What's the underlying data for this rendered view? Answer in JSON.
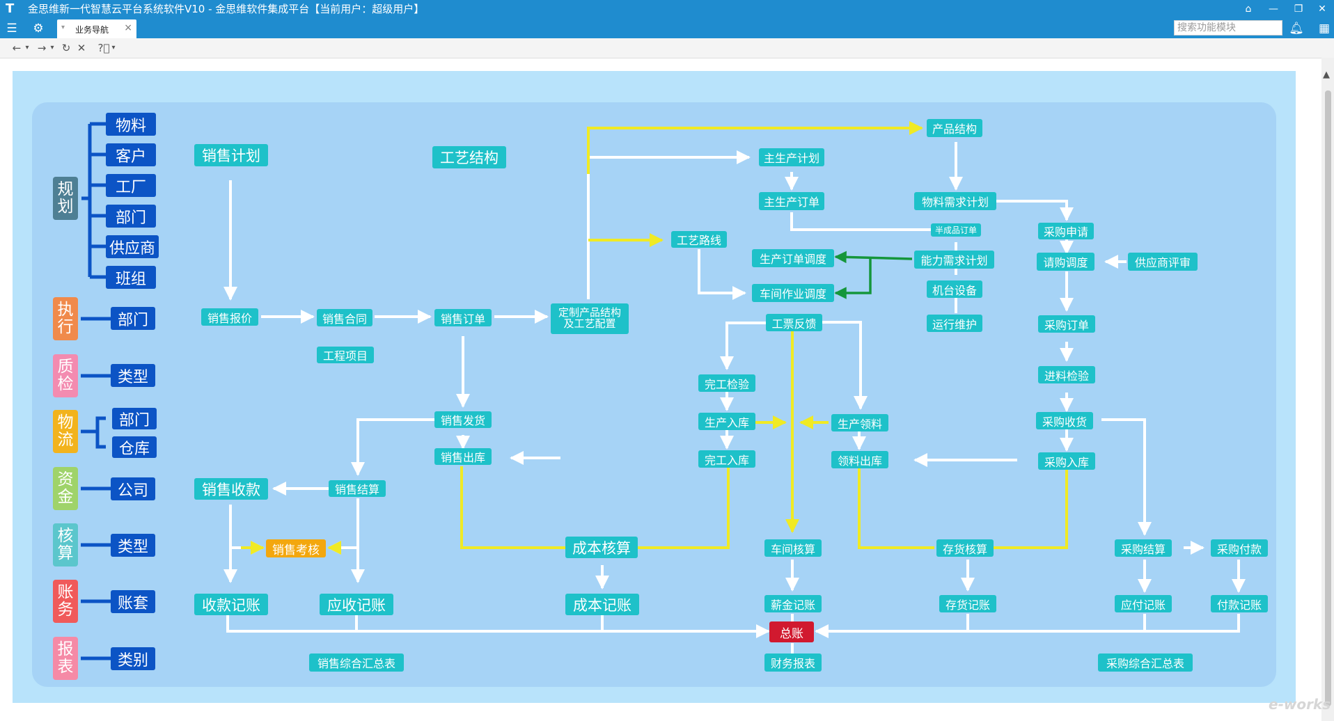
{
  "window": {
    "title": "金思维新一代智慧云平台系统软件V10 - 金思维软件集成平台【当前用户：超级用户】"
  },
  "tabs": [
    {
      "label": "业务导航"
    }
  ],
  "search": {
    "placeholder": "搜索功能模块"
  },
  "categories": [
    {
      "id": "plan",
      "label": "规划",
      "color": "#4e7f94",
      "items": [
        "物料",
        "客户",
        "工厂",
        "部门",
        "供应商",
        "班组"
      ]
    },
    {
      "id": "exec",
      "label": "执行",
      "color": "#f08a4b",
      "items": [
        "部门"
      ]
    },
    {
      "id": "qc",
      "label": "质检",
      "color": "#f38bb0",
      "items": [
        "类型"
      ]
    },
    {
      "id": "logistics",
      "label": "物流",
      "color": "#f2b31d",
      "items": [
        "部门",
        "仓库"
      ]
    },
    {
      "id": "funds",
      "label": "资金",
      "color": "#9fd36a",
      "items": [
        "公司"
      ]
    },
    {
      "id": "accounting",
      "label": "核算",
      "color": "#5bc6cc",
      "items": [
        "类型"
      ]
    },
    {
      "id": "finance",
      "label": "账务",
      "color": "#f05a5a",
      "items": [
        "账套"
      ]
    },
    {
      "id": "report",
      "label": "报表",
      "color": "#f58aa6",
      "items": [
        "类别"
      ]
    }
  ],
  "flow": {
    "sales_plan": "销售计划",
    "process_structure": "工艺结构",
    "product_structure": "产品结构",
    "mps": "主生产计划",
    "master_order": "主生产订单",
    "mrp": "物料需求计划",
    "semi_order": "半成品订单",
    "purchase_request": "采购申请",
    "routing": "工艺路线",
    "prod_dispatch": "生产订单调度",
    "capacity_plan": "能力需求计划",
    "purchase_dispatch": "请购调度",
    "supplier_eval": "供应商评审",
    "machine": "机台设备",
    "shop_dispatch": "车间作业调度",
    "maintenance": "运行维护",
    "sales_quote": "销售报价",
    "sales_contract": "销售合同",
    "sales_order": "销售订单",
    "custom_product": "定制产品结构及工艺配置",
    "work_ticket": "工票反馈",
    "purchase_order": "采购订单",
    "engineering": "工程项目",
    "completion_check": "完工检验",
    "incoming_check": "进料检验",
    "sales_ship": "销售发货",
    "prod_in": "生产入库",
    "prod_issue": "生产领料",
    "purchase_receive": "采购收货",
    "sales_out": "销售出库",
    "finish_in": "完工入库",
    "material_out": "领料出库",
    "purchase_in": "采购入库",
    "sales_receipt": "销售收款",
    "sales_settle": "销售结算",
    "sales_eval": "销售考核",
    "cost_calc": "成本核算",
    "shop_calc": "车间核算",
    "inventory_calc": "存货核算",
    "purchase_settle": "采购结算",
    "payment": "采购付款",
    "receipt_post": "收款记账",
    "ar_post": "应收记账",
    "cost_post": "成本记账",
    "salary_post": "薪金记账",
    "inventory_post": "存货记账",
    "ap_post": "应付记账",
    "payment_post": "付款记账",
    "gl": "总账",
    "sales_summary": "销售综合汇总表",
    "finance_report": "财务报表",
    "purchase_summary": "采购综合汇总表"
  },
  "watermark": "e-works",
  "colors": {
    "titlebar": "#1f8ccf",
    "teal": "#1ec1c9",
    "blue": "#0c54c5",
    "orange": "#f3a70e",
    "red": "#d1192f",
    "yellow_line": "#f0ea24",
    "green_line": "#15963b"
  }
}
